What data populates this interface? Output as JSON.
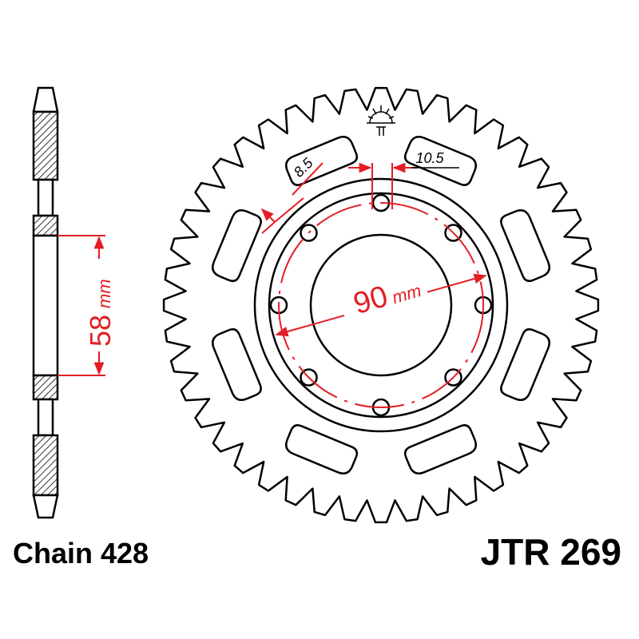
{
  "chain_label": "Chain 428",
  "part_number": "JTR 269",
  "dimensions": {
    "bore_depth": "58",
    "bore_unit": "mm",
    "pcd": "90",
    "pcd_unit": "mm",
    "bolt_hole": "8.5",
    "flat_width": "10.5"
  },
  "sprocket": {
    "teeth": 44,
    "bolt_holes": 8,
    "lightening_slots": 8
  },
  "colors": {
    "outline": "#000000",
    "dimension": "#e31e24",
    "background": "#ffffff"
  },
  "icons": [
    "jt-logo-icon"
  ]
}
